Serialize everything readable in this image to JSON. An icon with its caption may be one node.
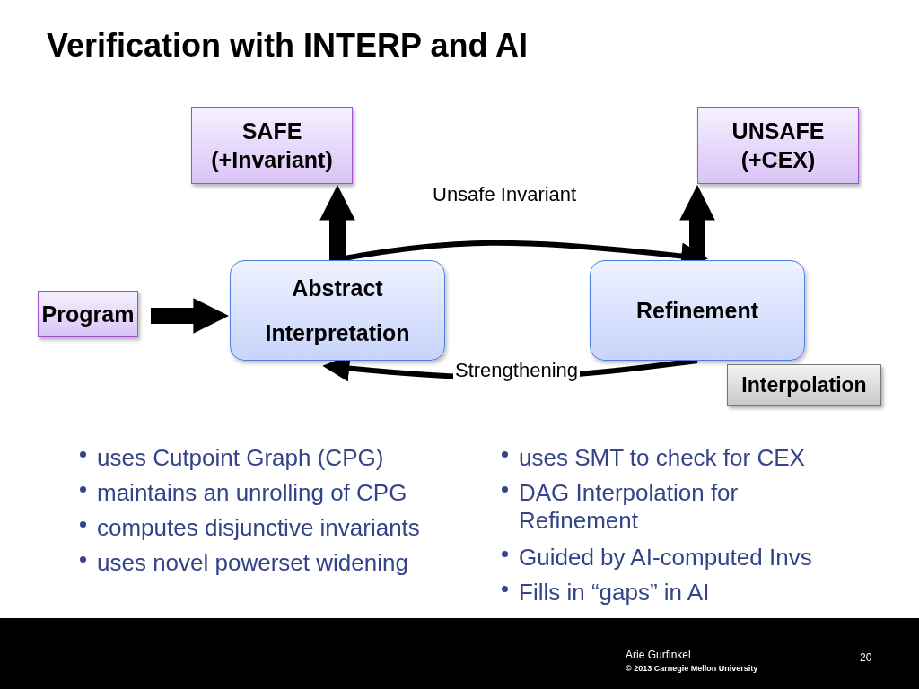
{
  "diagram": {
    "title": "Verification with INTERP and AI",
    "nodes": [
      {
        "text": [
          "SAFE (+Invariant)"
        ]
      },
      {
        "text": [
          "UNSAFE (+CEX)"
        ]
      },
      {
        "text": [
          "Program"
        ]
      },
      {
        "text": [
          "Abstract Interpretation"
        ]
      },
      {
        "text": [
          "Refinement"
        ]
      },
      {
        "text": [
          "Interpolation"
        ]
      }
    ],
    "edges": [
      {
        "from": 3,
        "to": 0,
        "arrow": "to",
        "style": "thick"
      },
      {
        "from": 4,
        "to": 1,
        "arrow": "to",
        "style": "thick"
      },
      {
        "from": 2,
        "to": 3,
        "arrow": "to",
        "style": "thick"
      },
      {
        "from": 3,
        "to": 4,
        "arrow": "to",
        "label": "Unsafe Invariant"
      },
      {
        "from": 4,
        "to": 3,
        "arrow": "to",
        "label": "Strengthening"
      }
    ],
    "labels": [
      "uses Cutpoint Graph (CPG)",
      "maintains an unrolling of CPG",
      "computes disjunctive invariants",
      "uses novel powerset widening",
      "uses SMT to check for CEX",
      "DAG Interpolation for Refinement",
      "Guided by AI-computed Invs",
      "Fills in “gaps” in AI",
      "Arie Gurfinkel",
      "© 2013 Carnegie Mellon University",
      "20"
    ]
  }
}
